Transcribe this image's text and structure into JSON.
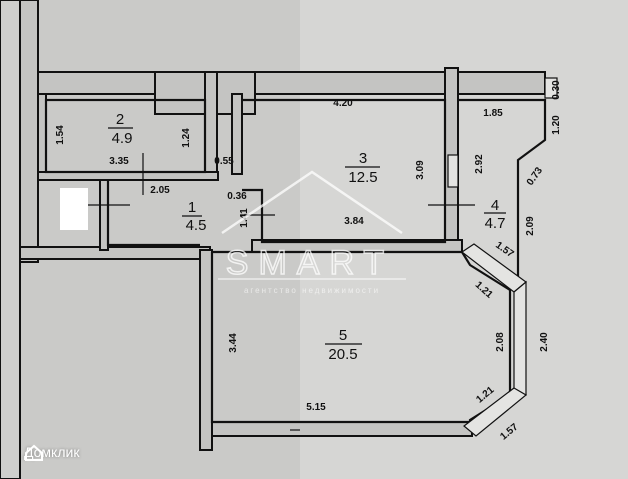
{
  "rooms": [
    {
      "number": "1",
      "area": "4.5"
    },
    {
      "number": "2",
      "area": "4.9"
    },
    {
      "number": "3",
      "area": "12.5"
    },
    {
      "number": "4",
      "area": "4.7"
    },
    {
      "number": "5",
      "area": "20.5"
    }
  ],
  "dimensions": {
    "r2_left": "1.54",
    "r2_right": "1.24",
    "r2_width": "3.35",
    "r1_height": "2.05",
    "door_055": "0.55",
    "r1_036": "0.36",
    "r1_141": "1.41",
    "r3_top": "4.20",
    "r3_right": "3.09",
    "r3_bottom": "3.84",
    "r4_top": "1.85",
    "r4_left": "2.92",
    "r4_030": "0.30",
    "r4_120": "1.20",
    "r4_073": "0.73",
    "r4_right": "2.09",
    "bay_157_top": "1.57",
    "bay_121_top": "1.21",
    "bay_208": "2.08",
    "bay_240": "2.40",
    "bay_121_bottom": "1.21",
    "bay_157_bottom": "1.57",
    "r5_left": "3.44",
    "r5_bottom": "5.15"
  },
  "watermark": {
    "brand": "SMART",
    "subtitle": "агентство недвижимости"
  },
  "logo": {
    "text": "Домклик"
  }
}
